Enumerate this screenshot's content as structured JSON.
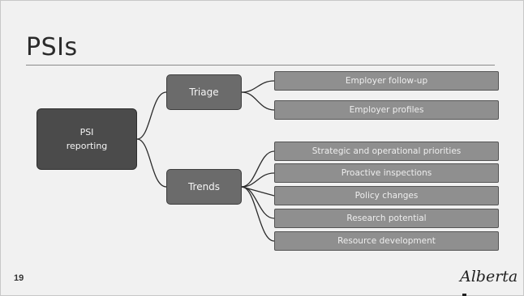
{
  "slide": {
    "title": "PSIs",
    "page_number": "19",
    "logo_text": "Alberta"
  },
  "diagram": {
    "root": {
      "line1": "PSI",
      "line2": "reporting"
    },
    "branches": [
      {
        "label": "Triage",
        "items": [
          "Employer follow-up",
          "Employer profiles"
        ]
      },
      {
        "label": "Trends",
        "items": [
          "Strategic and operational priorities",
          "Proactive inspections",
          "Policy changes",
          "Research potential",
          "Resource development"
        ]
      }
    ]
  },
  "colors": {
    "background": "#f1f1f1",
    "root_fill": "#4b4b4b",
    "branch_fill": "#6b6b6b",
    "leaf_fill": "#8f8f8f",
    "connector": "#2a2a2a"
  }
}
